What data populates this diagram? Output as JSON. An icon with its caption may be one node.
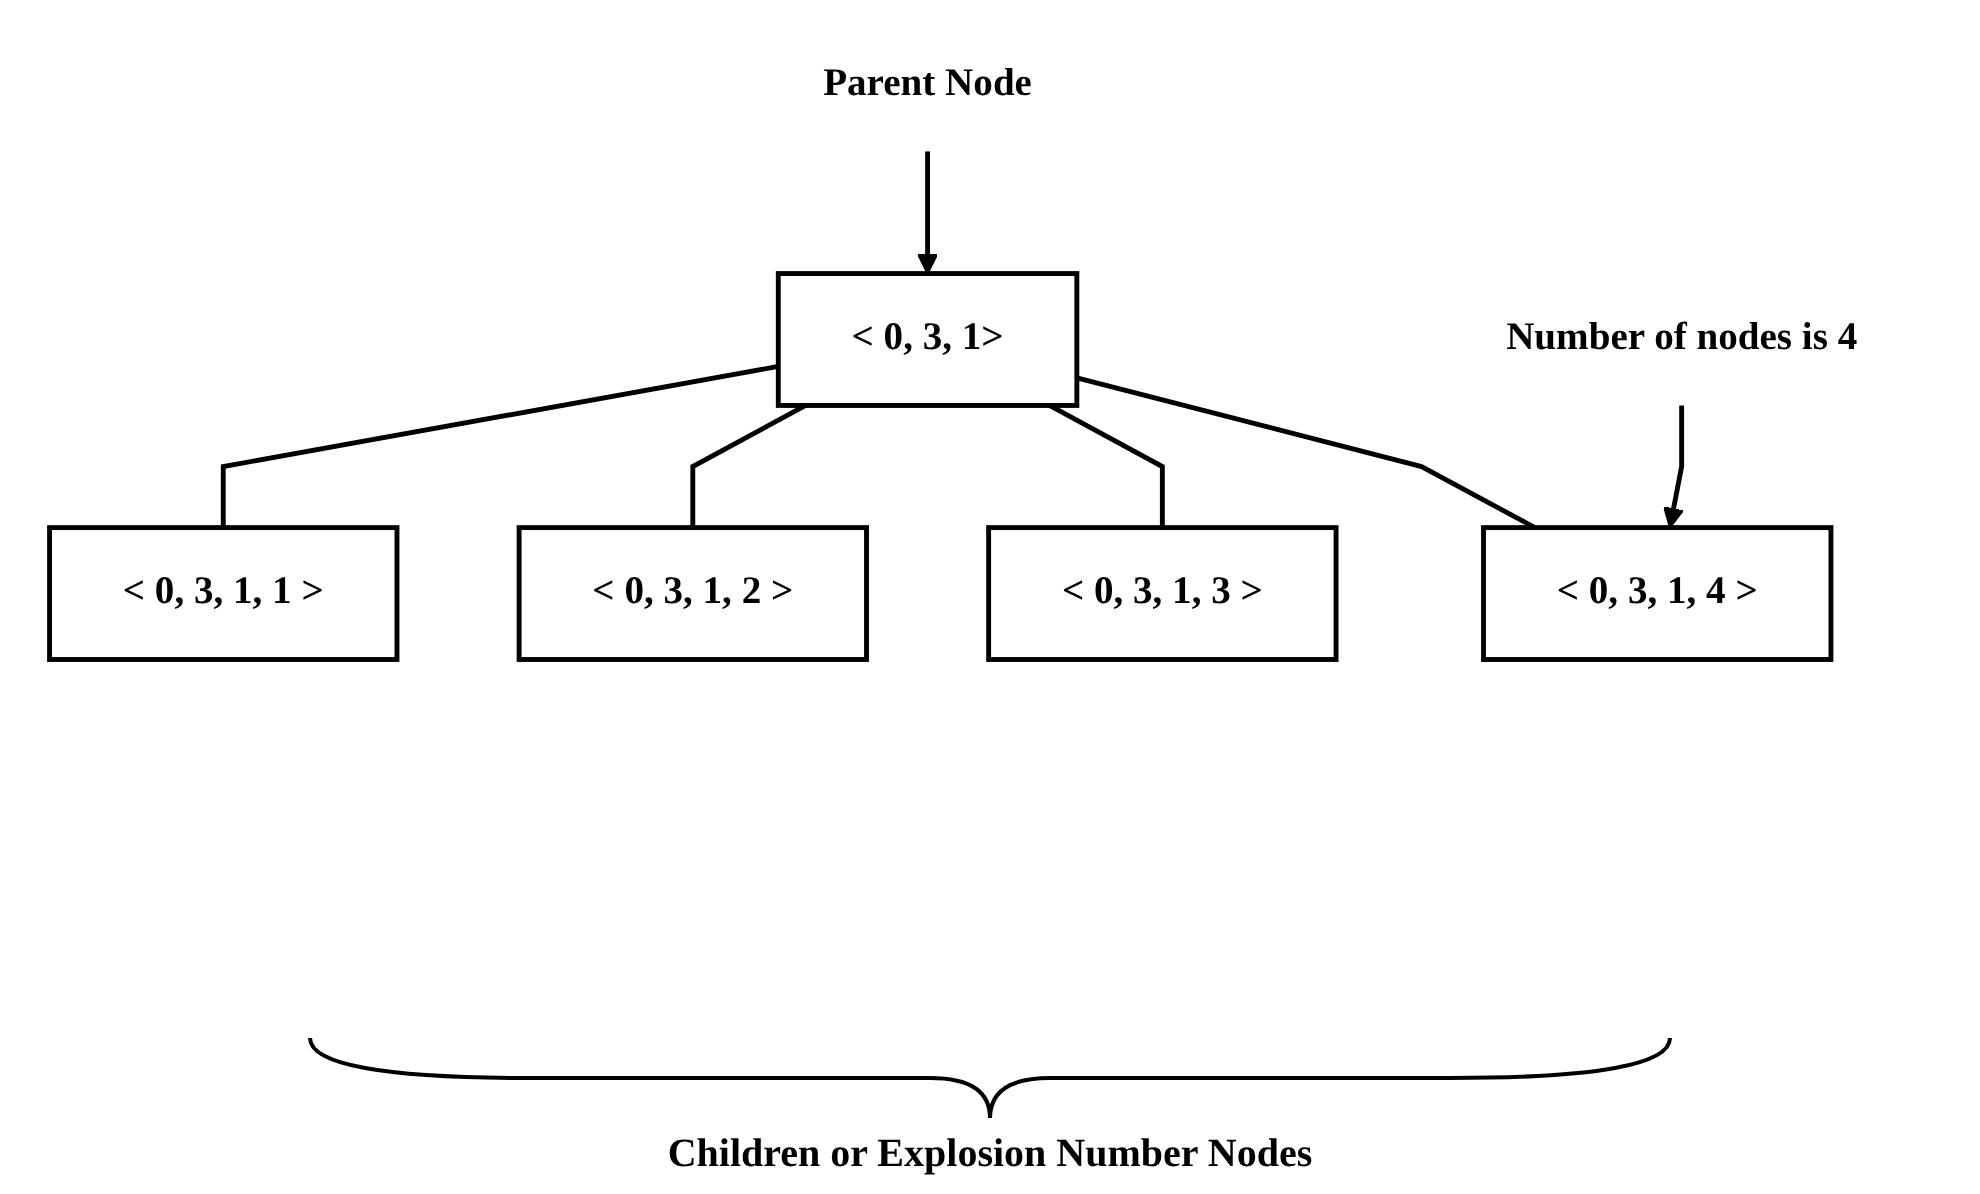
{
  "diagram": {
    "nodes": [
      {
        "text": [
          "< 0, 3, 1>"
        ]
      },
      {
        "text": [
          "< 0, 3, 1, 1 >"
        ]
      },
      {
        "text": [
          "< 0, 3, 1, 2 >"
        ]
      },
      {
        "text": [
          "< 0, 3, 1, 3 >"
        ]
      },
      {
        "text": [
          "< 0, 3, 1, 4 >"
        ]
      },
      {
        "text": [
          "Parent Node"
        ]
      },
      {
        "text": [
          "Number of nodes is 4"
        ]
      }
    ],
    "edges": [
      {
        "from": 0,
        "to": 1,
        "arrow": "none"
      },
      {
        "from": 0,
        "to": 2,
        "arrow": "none"
      },
      {
        "from": 0,
        "to": 3,
        "arrow": "none"
      },
      {
        "from": 0,
        "to": 4,
        "arrow": "none"
      },
      {
        "from": 5,
        "to": 0,
        "arrow": "to"
      },
      {
        "from": 6,
        "to": 4,
        "arrow": "to"
      }
    ],
    "labels": [
      "Children or Explosion Number Nodes"
    ]
  }
}
